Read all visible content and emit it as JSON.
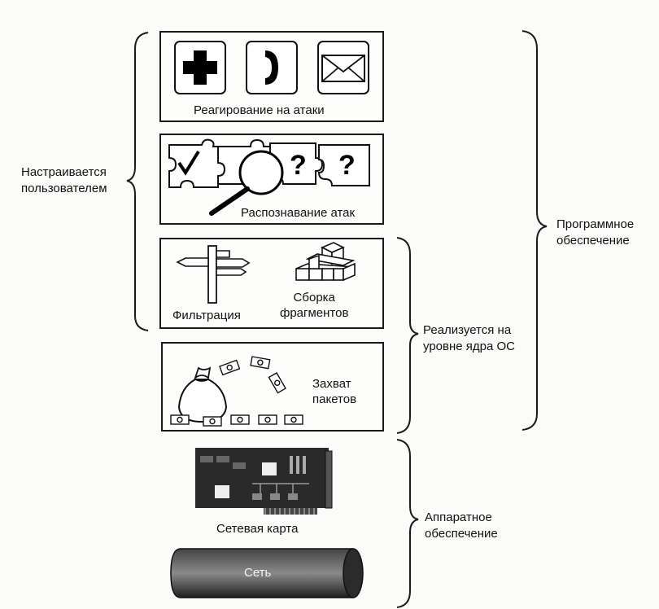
{
  "boxes": {
    "response": {
      "label": "Реагирование на атаки"
    },
    "recognition": {
      "label": "Распознавание атак"
    },
    "filtering": {
      "filter_label": "Фильтрация",
      "assembly_label_line1": "Сборка",
      "assembly_label_line2": "фрагментов"
    },
    "capture": {
      "label_line1": "Захват",
      "label_line2": "пакетов"
    }
  },
  "hardware": {
    "card_label": "Сетевая карта",
    "network_label": "Сеть"
  },
  "brackets": {
    "user_configured_line1": "Настраивается",
    "user_configured_line2": "пользователем",
    "software_line1": "Программное",
    "software_line2": "обеспечение",
    "kernel_line1": "Реализуется на",
    "kernel_line2": "уровне ядра ОС",
    "hardware_line1": "Аппаратное",
    "hardware_line2": "обеспечение"
  },
  "icons": {
    "response": [
      "first-aid-cross-icon",
      "telephone-icon",
      "envelope-icon"
    ],
    "recognition": [
      "puzzle-check-icon",
      "magnifier-icon",
      "puzzle-question-icon",
      "puzzle-question-icon"
    ],
    "filtering": [
      "signpost-icon",
      "cubes-icon"
    ],
    "capture": [
      "money-bag-icon",
      "banknote-icon"
    ]
  }
}
